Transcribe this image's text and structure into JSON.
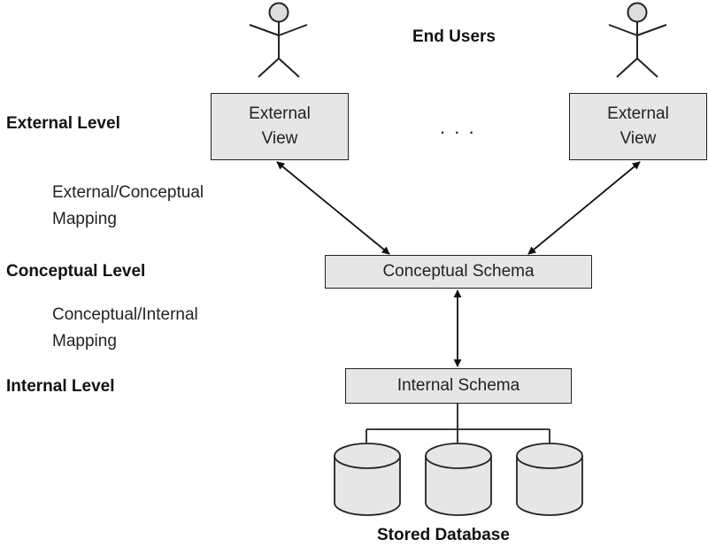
{
  "title": "End Users",
  "levels": {
    "external": "External Level",
    "external_conceptual_mapping": [
      "External/Conceptual",
      "Mapping"
    ],
    "conceptual": "Conceptual Level",
    "conceptual_internal_mapping": [
      "Conceptual/Internal",
      "Mapping"
    ],
    "internal": "Internal Level"
  },
  "external_views": [
    {
      "line1": "External",
      "line2": "View"
    },
    {
      "line1": "External",
      "line2": "View"
    }
  ],
  "ellipsis": ". . .",
  "conceptual_schema": "Conceptual Schema",
  "internal_schema": "Internal Schema",
  "stored_database": "Stored Database",
  "colors": {
    "box_fill": "#e6e6e6",
    "stroke": "#222222",
    "head_fill": "#dddddd"
  }
}
